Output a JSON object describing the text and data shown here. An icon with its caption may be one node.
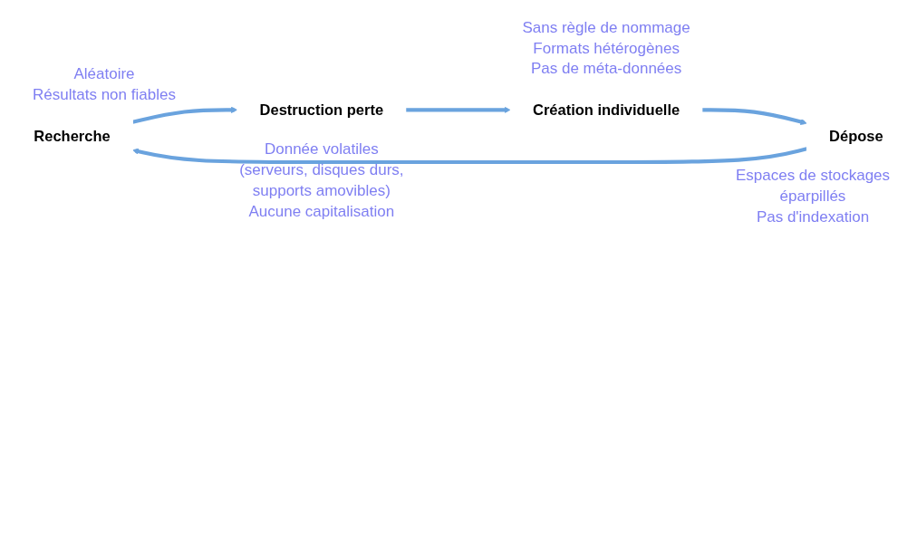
{
  "diagram": {
    "nodes": [
      {
        "text": [
          "Recherche"
        ],
        "beside": [
          "Aléatoire",
          "Résultats non fiables"
        ]
      },
      {
        "text": [
          "Destruction perte"
        ],
        "beside": [
          "Donnée volatiles",
          "(serveurs, disques durs, supports amovibles)",
          "Aucune capitalisation"
        ]
      },
      {
        "text": [
          "Création individuelle"
        ],
        "beside": [
          "Sans règle de nommage",
          "Formats hétérogènes",
          "Pas de méta-données"
        ]
      },
      {
        "text": [
          "Dépose"
        ],
        "beside": [
          "Espaces de stockages éparpillés",
          "Pas d'indexation"
        ]
      }
    ],
    "edges": [
      {
        "from": 0,
        "to": 1,
        "arrow": "to"
      },
      {
        "from": 1,
        "to": 2,
        "arrow": "to"
      },
      {
        "from": 2,
        "to": 3,
        "arrow": "to"
      },
      {
        "from": 3,
        "to": 0,
        "arrow": "to"
      }
    ]
  }
}
